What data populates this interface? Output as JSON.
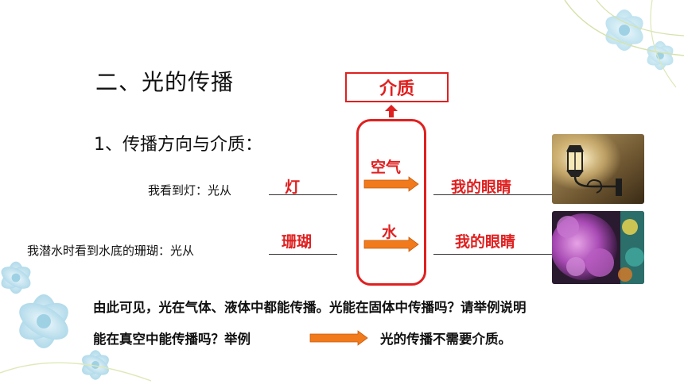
{
  "slide": {
    "heading": "二、光的传播",
    "subheading": "1、传播方向与介质：",
    "medium_box": "介质",
    "medium_air": "空气",
    "medium_water": "水",
    "row1": {
      "prefix": "我看到灯：光从",
      "source_answer": "灯",
      "target_answer": "我的眼睛"
    },
    "row2": {
      "prefix": "我潜水时看到水底的珊瑚：光从",
      "source_answer": "珊瑚",
      "target_answer": "我的眼睛"
    },
    "conclusion_line1": "由此可见，光在气体、液体中都能传播。光能在固体中传播吗？请举例说明",
    "conclusion_line2_left": "能在真空中能传播吗？举例",
    "conclusion_line2_right": "光的传播不需要介质。"
  },
  "colors": {
    "accent_red": "#e02020",
    "arrow_orange": "#f07a1c"
  },
  "icons": [
    "lamp-photo",
    "coral-photo",
    "up-arrow-icon",
    "right-arrow-icon",
    "flower-decoration"
  ]
}
